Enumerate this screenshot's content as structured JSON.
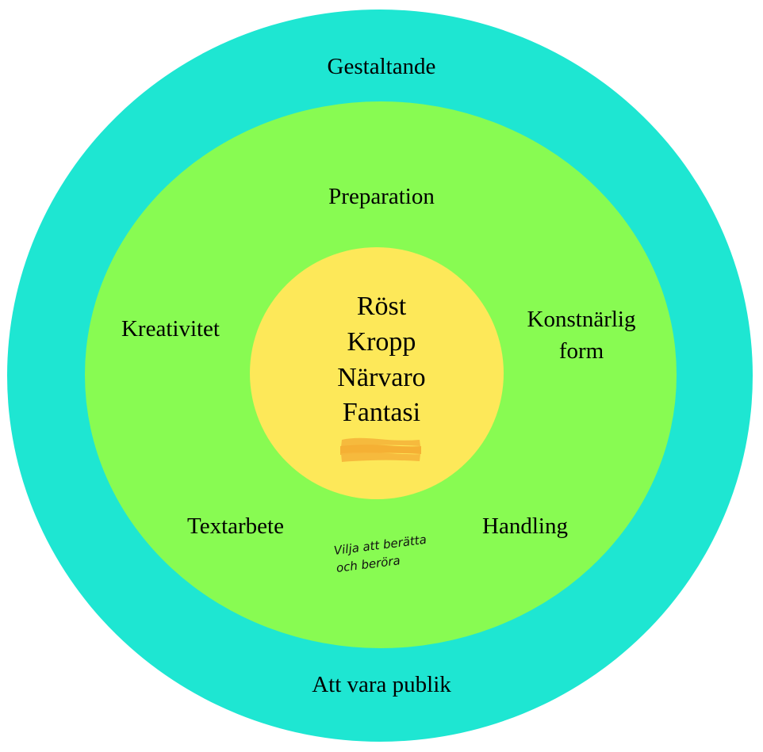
{
  "diagram": {
    "colors": {
      "outer": "#1ee6d2",
      "middle": "#88fb52",
      "inner": "#fde859",
      "highlight": "#f6b73c"
    },
    "outer_ring": {
      "top_label": "Gestaltande",
      "bottom_label": "Att vara publik"
    },
    "middle_ring": {
      "top": "Preparation",
      "left": "Kreativitet",
      "right_line1": "Konstnärlig",
      "right_line2": "form",
      "bottom_left": "Textarbete",
      "bottom_right": "Handling"
    },
    "core": {
      "items": [
        "Röst",
        "Kropp",
        "Närvaro",
        "Fantasi"
      ]
    },
    "handwritten_note": {
      "line1": "Vilja att berätta",
      "line2": "och beröra"
    }
  }
}
